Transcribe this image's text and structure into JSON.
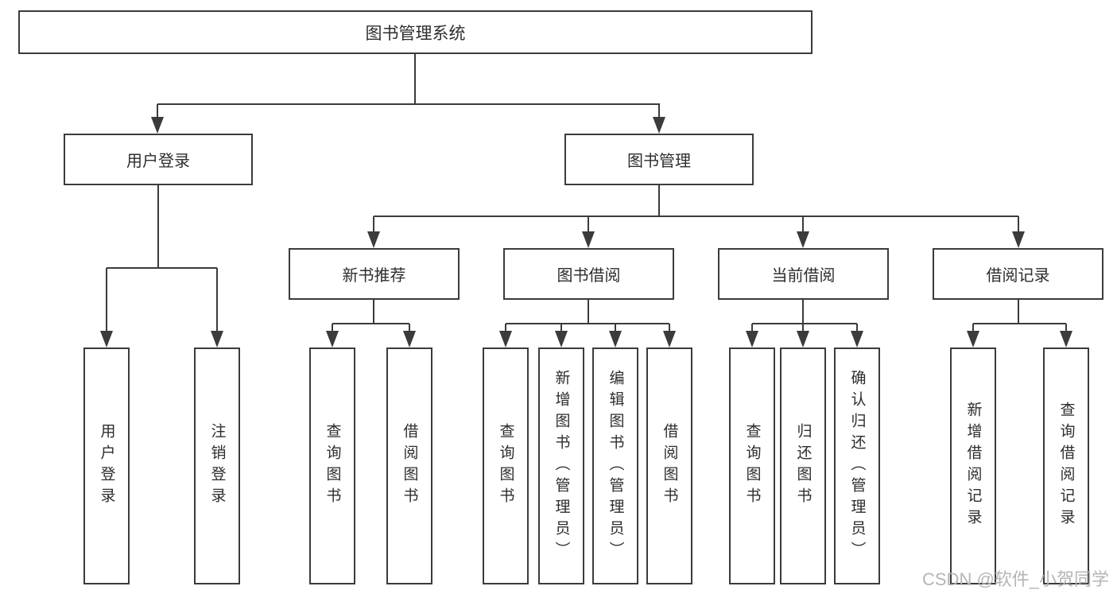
{
  "diagram": {
    "root_label": "图书管理系统",
    "user_login_branch": {
      "label": "用户登录",
      "children": [
        "用户登录",
        "注销登录"
      ]
    },
    "book_management_branch": {
      "label": "图书管理",
      "sections": [
        {
          "label": "新书推荐",
          "children": [
            "查询图书",
            "借阅图书"
          ]
        },
        {
          "label": "图书借阅",
          "children": [
            "查询图书",
            "新增图书（管理员）",
            "编辑图书（管理员）",
            "借阅图书"
          ]
        },
        {
          "label": "当前借阅",
          "children": [
            "查询图书",
            "归还图书",
            "确认归还（管理员）"
          ]
        },
        {
          "label": "借阅记录",
          "children": [
            "新增借阅记录",
            "查询借阅记录"
          ]
        }
      ]
    }
  },
  "watermark": "CSDN @软件_小贺同学",
  "colors": {
    "line": "#3b3b3b",
    "text": "#2d2d2d",
    "watermark_text": "#b5b5b5",
    "background": "#ffffff"
  }
}
